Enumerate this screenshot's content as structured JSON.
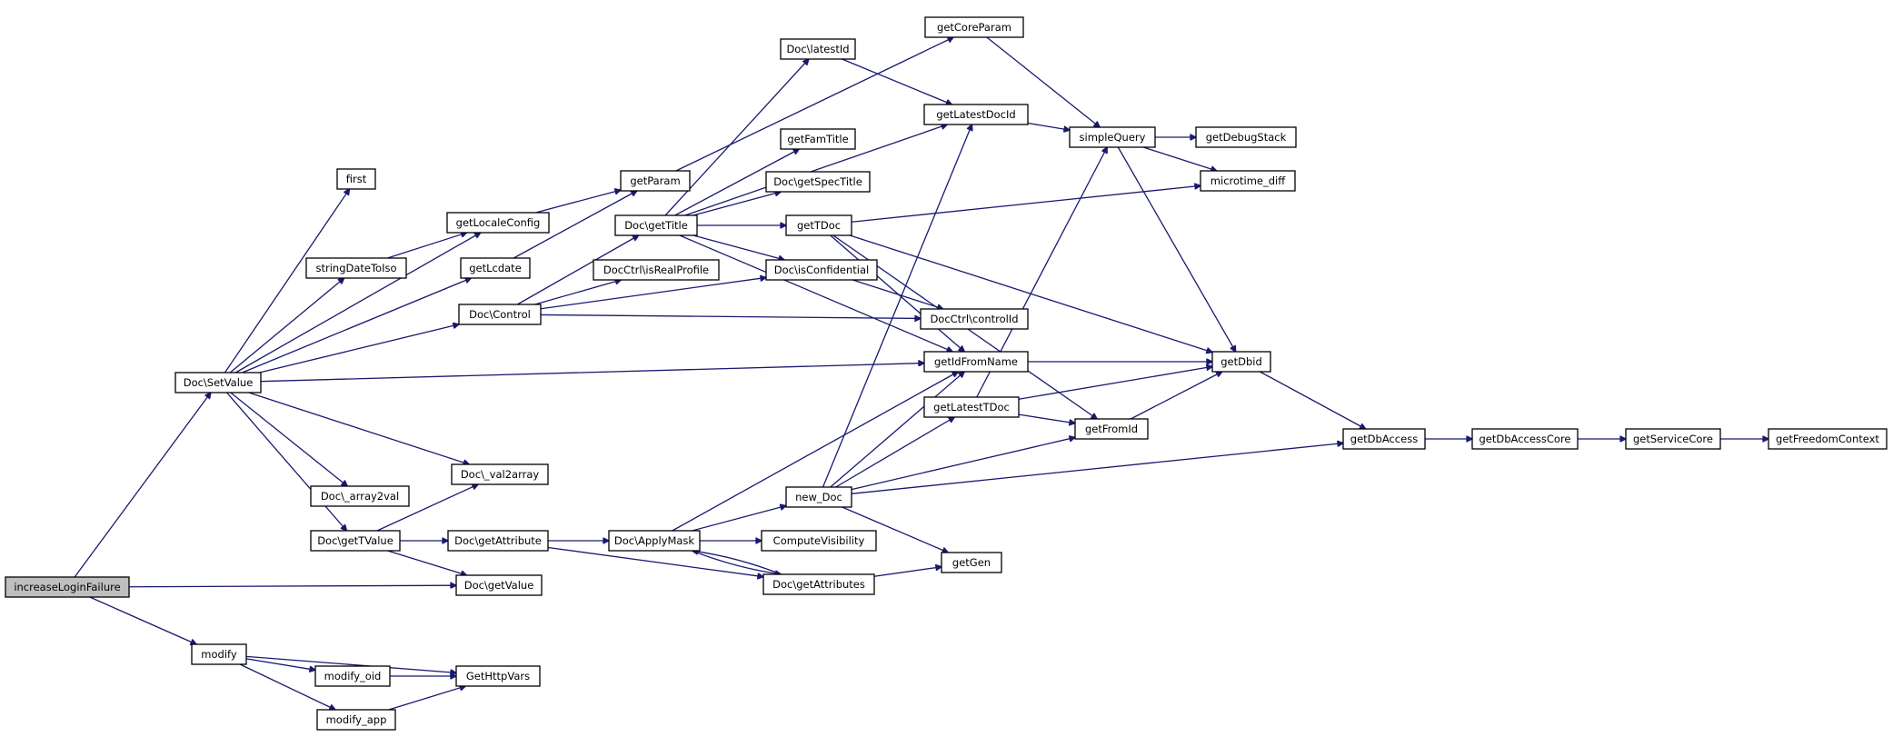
{
  "graph": {
    "nodes": [
      {
        "id": "increaseLoginFailure",
        "label": "increaseLoginFailure",
        "root": true
      },
      {
        "id": "SetValue",
        "label": "Doc\\SetValue"
      },
      {
        "id": "getValue",
        "label": "Doc\\getValue"
      },
      {
        "id": "modify",
        "label": "modify"
      },
      {
        "id": "first",
        "label": "first"
      },
      {
        "id": "getLocaleConfig",
        "label": "getLocaleConfig"
      },
      {
        "id": "stringDateToIso",
        "label": "stringDateToIso"
      },
      {
        "id": "getLcdate",
        "label": "getLcdate"
      },
      {
        "id": "Control",
        "label": "Doc\\Control"
      },
      {
        "id": "val2array",
        "label": "Doc\\_val2array"
      },
      {
        "id": "array2val",
        "label": "Doc\\_array2val"
      },
      {
        "id": "getTValue",
        "label": "Doc\\getTValue"
      },
      {
        "id": "getIdFromName",
        "label": "getIdFromName"
      },
      {
        "id": "modify_oid",
        "label": "modify_oid"
      },
      {
        "id": "modify_app",
        "label": "modify_app"
      },
      {
        "id": "GetHttpVars",
        "label": "GetHttpVars"
      },
      {
        "id": "getParam",
        "label": "getParam"
      },
      {
        "id": "getTitle",
        "label": "Doc\\getTitle"
      },
      {
        "id": "isRealProfile",
        "label": "DocCtrl\\isRealProfile"
      },
      {
        "id": "isConfidential",
        "label": "Doc\\isConfidential"
      },
      {
        "id": "controlId",
        "label": "DocCtrl\\controlId"
      },
      {
        "id": "getAttribute",
        "label": "Doc\\getAttribute"
      },
      {
        "id": "ApplyMask",
        "label": "Doc\\ApplyMask"
      },
      {
        "id": "getAttributes",
        "label": "Doc\\getAttributes"
      },
      {
        "id": "getCoreParam",
        "label": "getCoreParam"
      },
      {
        "id": "latestId",
        "label": "Doc\\latestId"
      },
      {
        "id": "getLatestDocId",
        "label": "getLatestDocId"
      },
      {
        "id": "getFamTitle",
        "label": "getFamTitle"
      },
      {
        "id": "getSpecTitle",
        "label": "Doc\\getSpecTitle"
      },
      {
        "id": "getTDoc",
        "label": "getTDoc"
      },
      {
        "id": "ComputeVisibility",
        "label": "ComputeVisibility"
      },
      {
        "id": "new_Doc",
        "label": "new_Doc"
      },
      {
        "id": "getGen",
        "label": "getGen"
      },
      {
        "id": "getLatestTDoc",
        "label": "getLatestTDoc"
      },
      {
        "id": "simpleQuery",
        "label": "simpleQuery"
      },
      {
        "id": "getFromId",
        "label": "getFromId"
      },
      {
        "id": "getDebugStack",
        "label": "getDebugStack"
      },
      {
        "id": "microtime_diff",
        "label": "microtime_diff"
      },
      {
        "id": "getDbid",
        "label": "getDbid"
      },
      {
        "id": "getDbAccess",
        "label": "getDbAccess"
      },
      {
        "id": "getDbAccessCore",
        "label": "getDbAccessCore"
      },
      {
        "id": "getServiceCore",
        "label": "getServiceCore"
      },
      {
        "id": "getFreedomContext",
        "label": "getFreedomContext"
      }
    ],
    "edges": [
      [
        "increaseLoginFailure",
        "SetValue"
      ],
      [
        "increaseLoginFailure",
        "getValue"
      ],
      [
        "increaseLoginFailure",
        "modify"
      ],
      [
        "SetValue",
        "first"
      ],
      [
        "SetValue",
        "getLocaleConfig"
      ],
      [
        "SetValue",
        "stringDateToIso"
      ],
      [
        "SetValue",
        "getLcdate"
      ],
      [
        "SetValue",
        "Control"
      ],
      [
        "SetValue",
        "getIdFromName"
      ],
      [
        "SetValue",
        "val2array"
      ],
      [
        "SetValue",
        "array2val"
      ],
      [
        "SetValue",
        "getTValue"
      ],
      [
        "stringDateToIso",
        "getLocaleConfig"
      ],
      [
        "getLocaleConfig",
        "getParam"
      ],
      [
        "getLcdate",
        "getParam"
      ],
      [
        "getParam",
        "getCoreParam"
      ],
      [
        "Control",
        "getTitle"
      ],
      [
        "Control",
        "isRealProfile"
      ],
      [
        "Control",
        "isConfidential"
      ],
      [
        "Control",
        "controlId"
      ],
      [
        "getTitle",
        "latestId"
      ],
      [
        "getTitle",
        "getLatestDocId"
      ],
      [
        "getTitle",
        "getFamTitle"
      ],
      [
        "getTitle",
        "getSpecTitle"
      ],
      [
        "getTitle",
        "getTDoc"
      ],
      [
        "getTitle",
        "isConfidential"
      ],
      [
        "getTitle",
        "getIdFromName"
      ],
      [
        "isConfidential",
        "controlId"
      ],
      [
        "latestId",
        "getLatestDocId"
      ],
      [
        "getCoreParam",
        "simpleQuery"
      ],
      [
        "getLatestDocId",
        "simpleQuery"
      ],
      [
        "simpleQuery",
        "getDebugStack"
      ],
      [
        "simpleQuery",
        "microtime_diff"
      ],
      [
        "simpleQuery",
        "getDbid"
      ],
      [
        "getTDoc",
        "microtime_diff"
      ],
      [
        "getTDoc",
        "getIdFromName"
      ],
      [
        "getTDoc",
        "getFromId"
      ],
      [
        "getTDoc",
        "getDbid"
      ],
      [
        "getIdFromName",
        "getDbid"
      ],
      [
        "getLatestTDoc",
        "simpleQuery"
      ],
      [
        "getLatestTDoc",
        "getDbid"
      ],
      [
        "getLatestTDoc",
        "getFromId"
      ],
      [
        "getFromId",
        "getDbid"
      ],
      [
        "getDbid",
        "getDbAccess"
      ],
      [
        "getDbAccess",
        "getDbAccessCore"
      ],
      [
        "getDbAccessCore",
        "getServiceCore"
      ],
      [
        "getServiceCore",
        "getFreedomContext"
      ],
      [
        "getTValue",
        "val2array"
      ],
      [
        "getTValue",
        "getAttribute"
      ],
      [
        "getTValue",
        "getValue"
      ],
      [
        "getAttribute",
        "ApplyMask"
      ],
      [
        "getAttribute",
        "getAttributes"
      ],
      [
        "ApplyMask",
        "getIdFromName"
      ],
      [
        "ApplyMask",
        "new_Doc"
      ],
      [
        "ApplyMask",
        "ComputeVisibility"
      ],
      [
        "ApplyMask",
        "getAttributes"
      ],
      [
        "getAttributes",
        "ApplyMask"
      ],
      [
        "getAttributes",
        "getGen"
      ],
      [
        "new_Doc",
        "getLatestDocId"
      ],
      [
        "new_Doc",
        "getIdFromName"
      ],
      [
        "new_Doc",
        "getLatestTDoc"
      ],
      [
        "new_Doc",
        "getFromId"
      ],
      [
        "new_Doc",
        "getDbAccess"
      ],
      [
        "new_Doc",
        "getGen"
      ],
      [
        "modify",
        "modify_oid"
      ],
      [
        "modify",
        "modify_app"
      ],
      [
        "modify",
        "GetHttpVars"
      ],
      [
        "modify_oid",
        "GetHttpVars"
      ],
      [
        "modify_app",
        "GetHttpVars"
      ]
    ]
  }
}
